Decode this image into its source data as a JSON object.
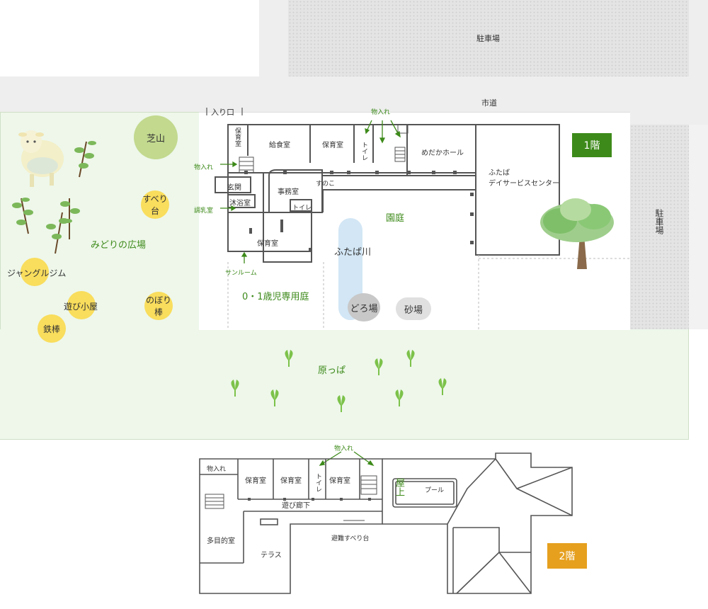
{
  "colors": {
    "lawn": "#eef7ea",
    "road": "#eeeeee",
    "parking": "#e3e3e3",
    "yellow": "#f9dd5c",
    "green_circle": "#c2d98e",
    "floor1_badge": "#3d8a1a",
    "floor2_badge": "#e6a01e",
    "wall": "#555555",
    "label_green": "#3d8a1a"
  },
  "site": {
    "parking_top": "駐車場",
    "road": "市道",
    "entrance": "入り口",
    "parking_right": "駐車場"
  },
  "garden": {
    "title": "みどりの広場",
    "shibayama": "芝山",
    "suberidai": "すべり台",
    "jungle_gym": "ジャングルジム",
    "asobi_goya": "遊び小屋",
    "noboribou": "のぼり棒",
    "tetsubou": "鉄棒",
    "harappa": "原っぱ"
  },
  "floor1": {
    "badge": "1階",
    "rooms": {
      "hoikushitsu_small": "保育室",
      "kyushokushitsu": "給食室",
      "hoikushitsu_a": "保育室",
      "toilet_a": "トイレ",
      "medaka_hall": "めだかホール",
      "monoire_top": "物入れ",
      "monoire_left": "物入れ",
      "genkan": "玄関",
      "mokuyokushitsu": "沐浴室",
      "chounyushitsu": "調乳室",
      "jimushitsu": "事務室",
      "sunoko": "すのこ",
      "toilet_b": "トイレ",
      "hoikushitsu_b": "保育室",
      "sunroom": "サンルーム",
      "day_service_1": "ふたば",
      "day_service_2": "デイサービスセンター"
    },
    "yard": {
      "entei": "園庭",
      "futaba_gawa": "ふたば川",
      "doroba": "どろ場",
      "sunaba": "砂場",
      "infant_yard": "0・1歳児専用庭"
    }
  },
  "floor2": {
    "badge": "2階",
    "rooms": {
      "monoire_left": "物入れ",
      "hoikushitsu_1": "保育室",
      "hoikushitsu_2": "保育室",
      "toilet": "トイレ",
      "hoikushitsu_3": "保育室",
      "monoire_top": "物入れ",
      "okujo": "屋上",
      "pool": "プール",
      "asobi_rouka": "遊び廊下",
      "tamokuteki": "多目的室",
      "terrace": "テラス",
      "hinan_suberidai": "避難すべり台"
    }
  },
  "icons": [
    "sheep-illustration",
    "tree-illustration",
    "sapling-icon",
    "sprout-icon"
  ]
}
